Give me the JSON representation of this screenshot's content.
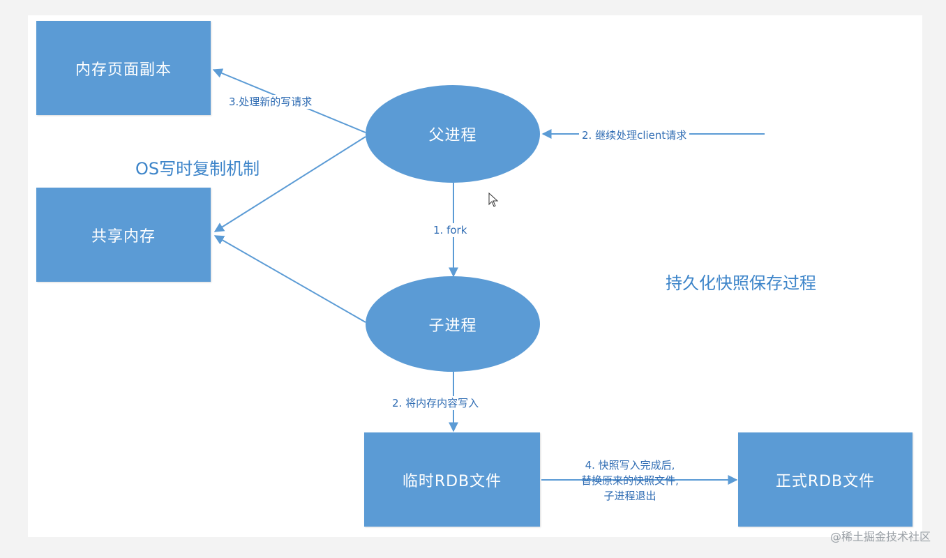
{
  "nodes": {
    "memory_page_copy": "内存页面副本",
    "shared_memory": "共享内存",
    "parent_process": "父进程",
    "child_process": "子进程",
    "temp_rdb": "临时RDB文件",
    "final_rdb": "正式RDB文件"
  },
  "edges": {
    "fork": "1. fork",
    "continue_client": "2. 继续处理client请求",
    "write_memory": "2. 将内存内容写入",
    "handle_new_write": "3.处理新的写请求",
    "replace_snapshot": "4. 快照写入完成后,\n替换原来的快照文件,\n子进程退出"
  },
  "headings": {
    "os_cow": "OS写时复制机制",
    "title": "持久化快照保存过程"
  },
  "watermark": "@稀土掘金技术社区",
  "colors": {
    "node_fill": "#5b9bd5",
    "arrow": "#5b9bd5",
    "label_text": "#2f6cb3",
    "heading_text": "#3c84c9"
  }
}
